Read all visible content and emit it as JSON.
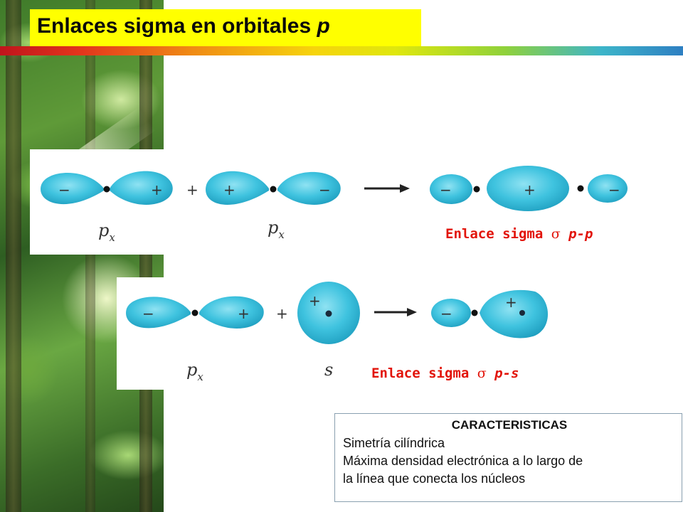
{
  "slide": {
    "title_main": "Enlaces sigma en orbitales ",
    "title_italic": "p"
  },
  "diagram_top": {
    "left_orbital_label": "p",
    "left_orbital_sub": "x",
    "right_orbital_label": "p",
    "right_orbital_sub": "x",
    "plus_sign": "+",
    "caption_prefix": "Enlace sigma ",
    "caption_sigma": "σ",
    "caption_suffix": "p-p"
  },
  "diagram_bottom": {
    "left_orbital_label": "p",
    "left_orbital_sub": "x",
    "right_orbital_label": "s",
    "plus_sign": "+",
    "caption_prefix": "Enlace sigma ",
    "caption_sigma": "σ",
    "caption_suffix": "p-s"
  },
  "characteristics": {
    "heading": "CARACTERISTICAS",
    "lines": [
      "Simetría cilíndrica",
      "Máxima densidad electrónica a lo largo de",
      "la línea que conecta los núcleos"
    ]
  },
  "colors": {
    "title_bg": "#ffff00",
    "lobe_fill": "#3fc3df",
    "caption_red": "#e2140a"
  }
}
